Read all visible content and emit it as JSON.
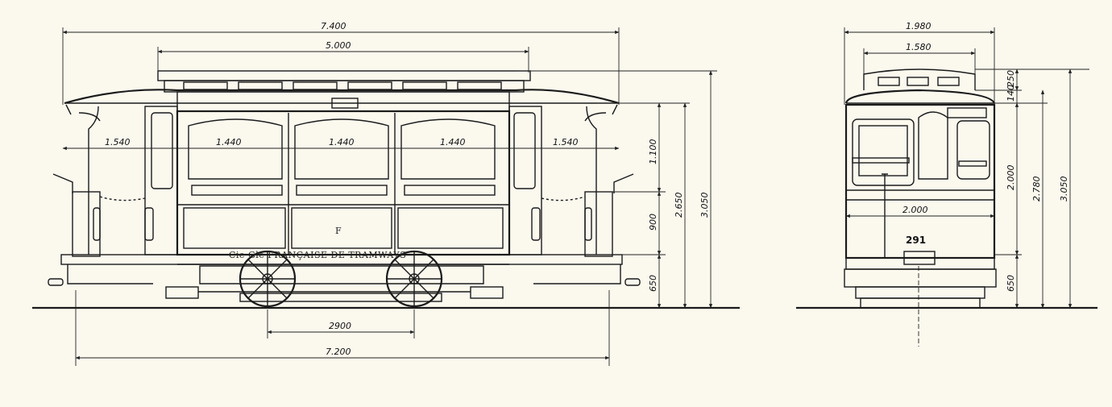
{
  "side": {
    "overall_length": "7.400",
    "roof_length": "5.000",
    "platform_left": "1.540",
    "window_1": "1.440",
    "window_2": "1.440",
    "window_3": "1.440",
    "platform_right": "1.540",
    "wheelbase": "2900",
    "chassis_length": "7.200",
    "upper_height": "1.100",
    "mid_height": "900",
    "low_height": "650",
    "body_height": "2.650",
    "total_height": "3.050",
    "body_lettering": "Cie Gle FRANÇAISE DE TRAMWAYS",
    "emblem": "F"
  },
  "end": {
    "overall_width": "1.980",
    "roof_width": "1.580",
    "body_width": "2.000",
    "lantern_height": "250",
    "cornice_height": "140",
    "body_height": "2.000",
    "roof_height": "2.780",
    "total_height": "3.050",
    "low_height": "650",
    "car_number": "291"
  },
  "colors": {
    "ink": "#1b1b1b",
    "paper": "#fbf8ee"
  }
}
